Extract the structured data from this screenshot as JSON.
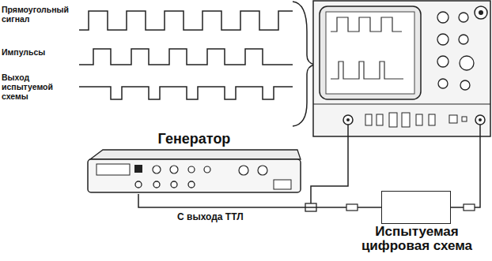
{
  "diagram": {
    "nodes": [
      {
        "text": [
          "Генератор"
        ]
      },
      {
        "text": [
          "Испытуемая цифровая схема"
        ]
      }
    ],
    "edges": [
      {
        "from": 0,
        "to": 1,
        "arrow": "none",
        "label": "С выхода ТТЛ"
      }
    ],
    "labels": [
      "Прямоугольный сигнал",
      "Импульсы",
      "Выход испытуемой схемы"
    ]
  }
}
